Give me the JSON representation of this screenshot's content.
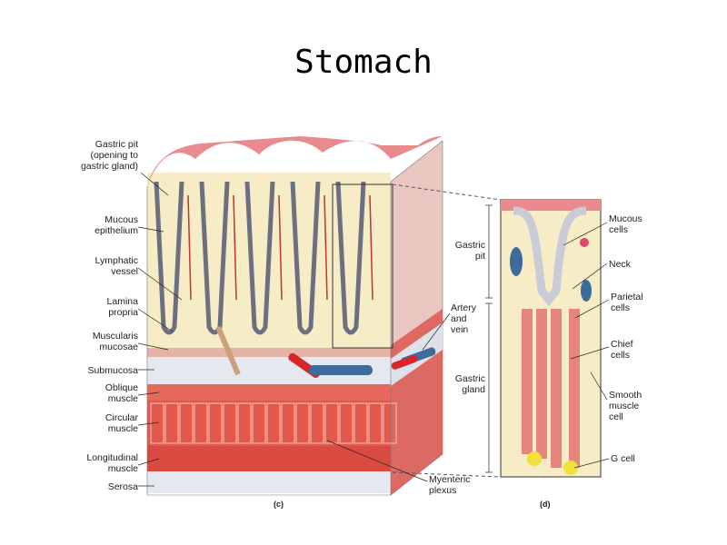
{
  "title": "Stomach",
  "panel_c": {
    "caption": "(c)",
    "labels": {
      "gastric_pit": "Gastric pit\n(opening to\ngastric gland)",
      "mucous_epithelium": "Mucous\nepithelium",
      "lymphatic_vessel": "Lymphatic\nvessel",
      "lamina_propria": "Lamina\npropria",
      "muscularis_mucosae": "Muscularis\nmucosae",
      "submucosa": "Submucosa",
      "oblique_muscle": "Oblique\nmuscle",
      "circular_muscle": "Circular\nmuscle",
      "longitudinal_muscle": "Longitudinal\nmuscle",
      "serosa": "Serosa",
      "artery_and_vein": "Artery\nand\nvein",
      "myenteric_plexus": "Myenteric\nplexus"
    }
  },
  "panel_d": {
    "caption": "(d)",
    "labels": {
      "gastric_pit": "Gastric\npit",
      "gastric_gland": "Gastric\ngland",
      "mucous_cells": "Mucous\ncells",
      "neck": "Neck",
      "parietal_cells": "Parietal\ncells",
      "chief_cells": "Chief\ncells",
      "smooth_muscle_cell": "Smooth\nmuscle\ncell",
      "g_cell": "G cell"
    }
  }
}
